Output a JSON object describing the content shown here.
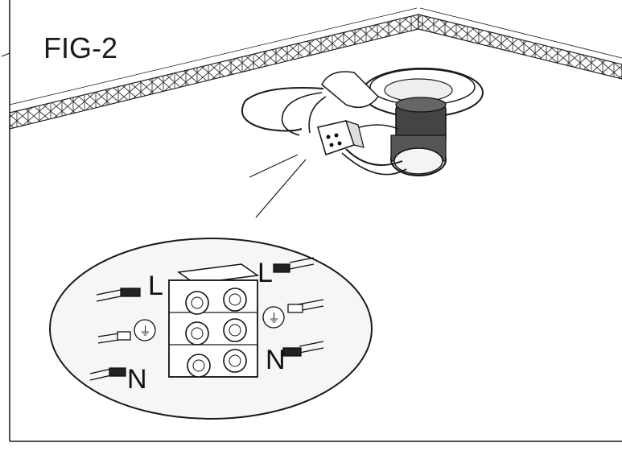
{
  "figure": {
    "title": "FIG-2",
    "terminal_labels": {
      "live_left": "L",
      "live_right": "L",
      "neutral_left": "N",
      "neutral_right": "N"
    },
    "ground_symbol": "⏚"
  },
  "colors": {
    "line": "#1a1a1a",
    "background": "#ffffff"
  }
}
